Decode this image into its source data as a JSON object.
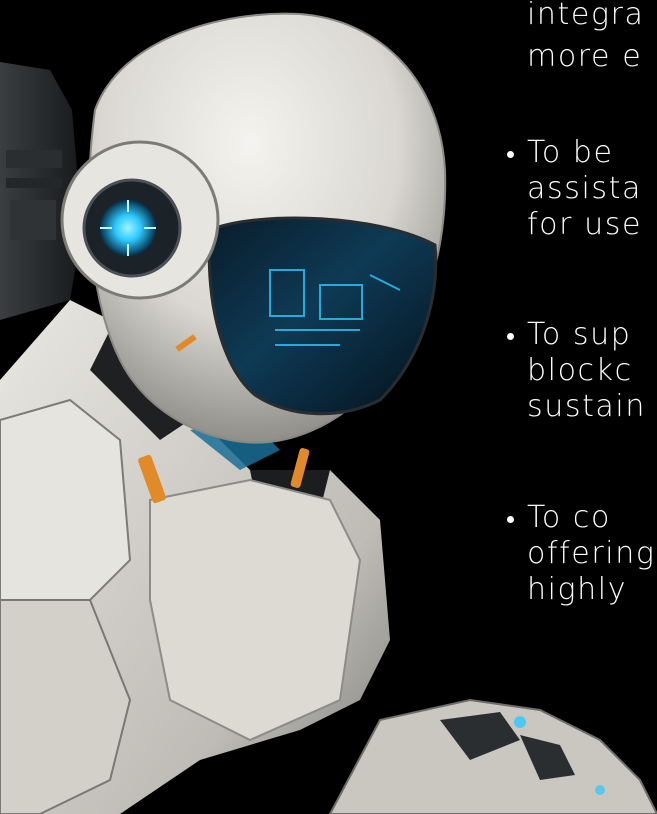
{
  "intro": {
    "lines": [
      "integra",
      "more e"
    ]
  },
  "bullets": [
    {
      "lines": [
        "To   be",
        "assista",
        "for use"
      ]
    },
    {
      "lines": [
        "To sup",
        "blockc",
        "sustain"
      ]
    },
    {
      "lines": [
        "To   co",
        "offering",
        "highly"
      ]
    }
  ],
  "colors": {
    "background": "#000000",
    "text": "#ffffff",
    "robot_shell": "#e4e2dc",
    "visor_glow": "#2ec8ff",
    "accent_orange": "#e08a2a"
  },
  "icons": {
    "robot_image": "robot-illustration"
  }
}
